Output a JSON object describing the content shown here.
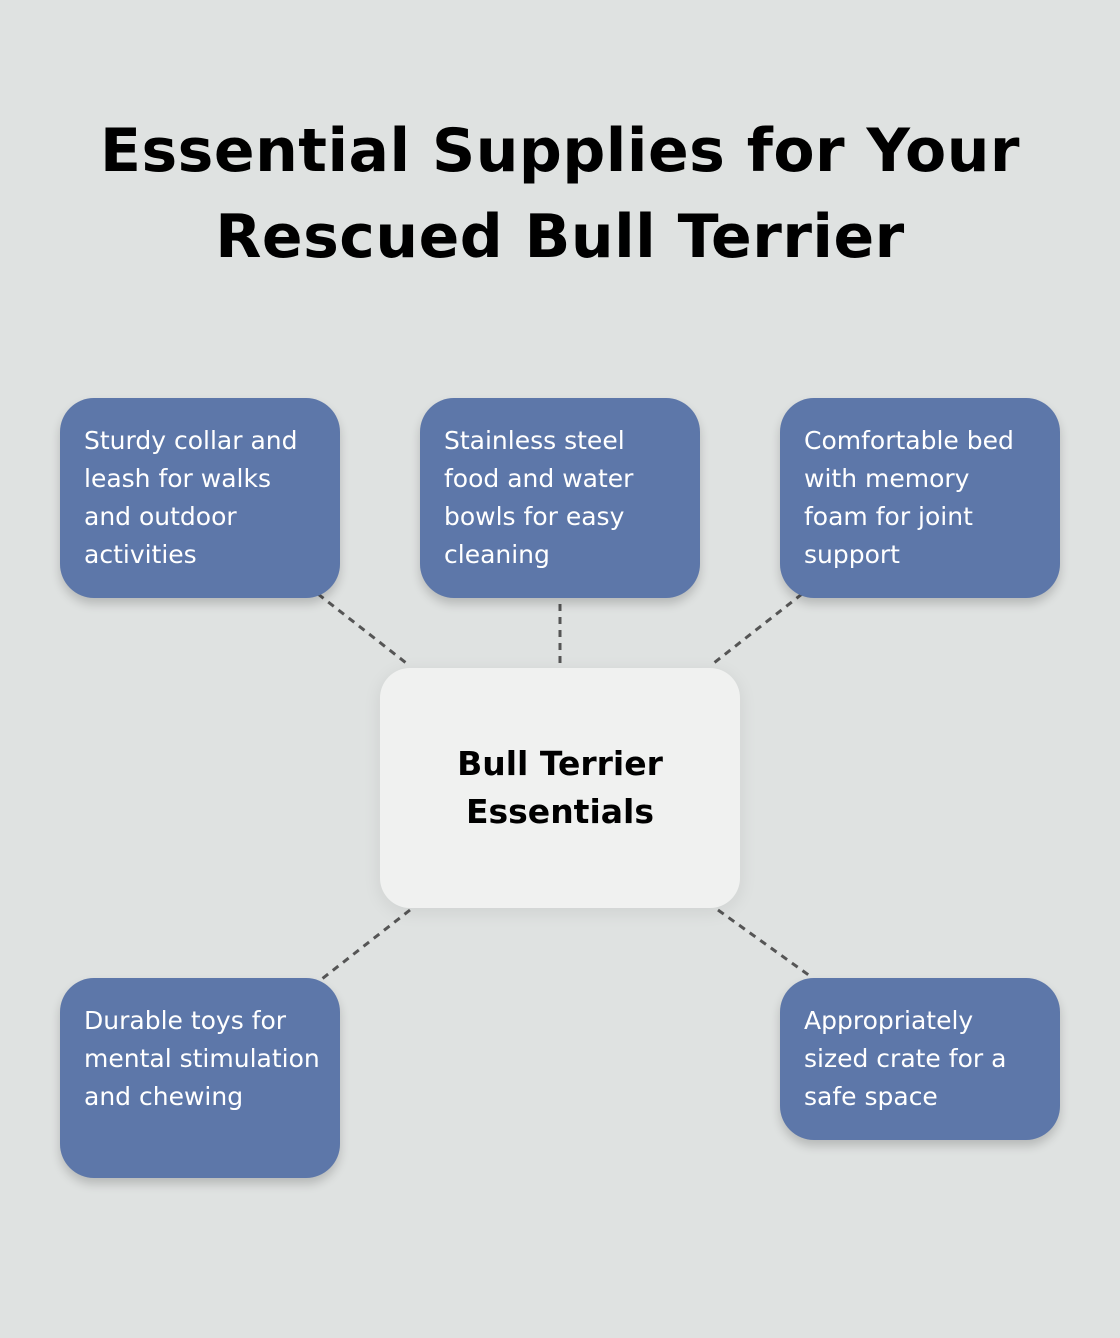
{
  "title": "Essential Supplies for Your Rescued Bull Terrier",
  "center": {
    "label": "Bull Terrier Essentials"
  },
  "items": [
    {
      "text": "Sturdy collar and leash for walks and outdoor activities"
    },
    {
      "text": "Stainless steel food and water bowls for easy cleaning"
    },
    {
      "text": "Comfortable bed with memory foam for joint support"
    },
    {
      "text": "Durable toys for mental stimulation and chewing"
    },
    {
      "text": "Appropriately sized crate for a safe space"
    }
  ],
  "colors": {
    "background": "#dfe2e1",
    "item_fill": "#5d77a9",
    "center_fill": "#f0f1f0",
    "connector": "#555555"
  }
}
